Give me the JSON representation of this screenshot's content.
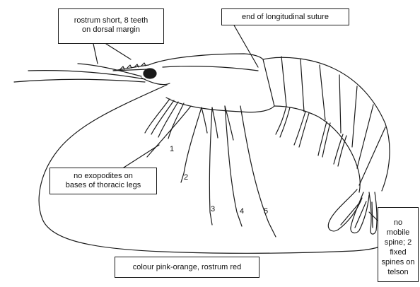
{
  "labels": {
    "rostrum": [
      "rostrum short, 8 teeth",
      "on dorsal margin"
    ],
    "suture": "end of longitudinal suture",
    "exopodites": [
      "no exopodites on",
      "bases of thoracic legs"
    ],
    "colour": "colour pink-orange, rostrum red",
    "telson": [
      "no",
      "mobile",
      "spine; 2",
      "fixed",
      "spines on",
      "telson"
    ]
  },
  "leg_numbers": [
    "1",
    "2",
    "3",
    "4",
    "5"
  ],
  "colors": {
    "ink": "#1a1a1a",
    "background": "#ffffff"
  }
}
